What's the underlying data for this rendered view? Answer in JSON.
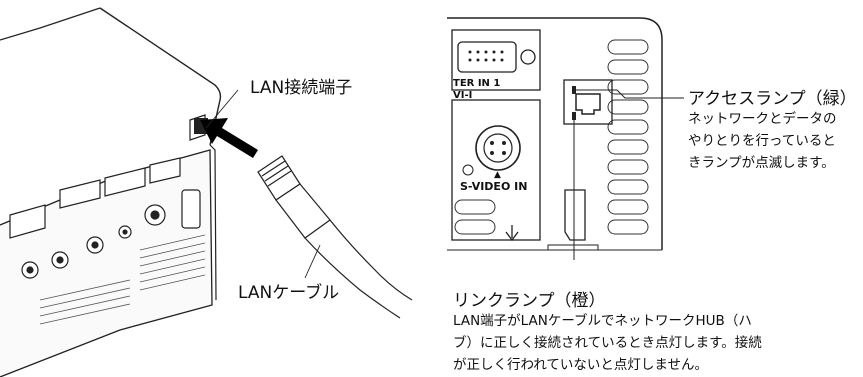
{
  "left_illustration": {
    "lan_port_label": "LAN接続端子",
    "lan_cable_label": "LANケーブル"
  },
  "right_illustration": {
    "panel_text_1": "TER IN 1",
    "panel_text_2": "VI-I",
    "svideo_label": "S-VIDEO IN",
    "svideo_marker": "▲",
    "access_lamp": {
      "title": "アクセスランプ（緑）",
      "desc_lines": [
        "ネットワークとデータの",
        "やりとりを行っていると",
        "きランプが点滅します。"
      ]
    },
    "link_lamp": {
      "title": "リンクランプ（橙）",
      "desc_lines": [
        "LAN端子がLANケーブルでネットワークHUB（ハ",
        "ブ）に正しく接続されているとき点灯します。接続",
        "が正しく行われていないと点灯しません。"
      ]
    }
  }
}
